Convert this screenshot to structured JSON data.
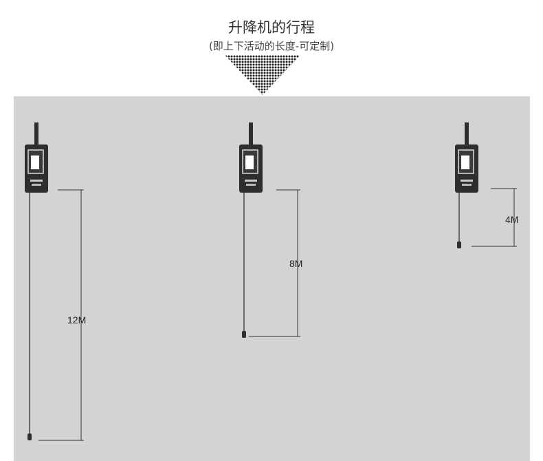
{
  "header": {
    "title": "升降机的行程",
    "subtitle": "(即上下活动的长度-可定制)"
  },
  "hoists": [
    {
      "travel_label": "12M",
      "travel_m": 12
    },
    {
      "travel_label": "8M",
      "travel_m": 8
    },
    {
      "travel_label": "4M",
      "travel_m": 4
    }
  ],
  "colors": {
    "panel": "#d3d3d3",
    "device": "#2e2e2e",
    "dimension_line": "#333333",
    "arrow": "#222222"
  }
}
